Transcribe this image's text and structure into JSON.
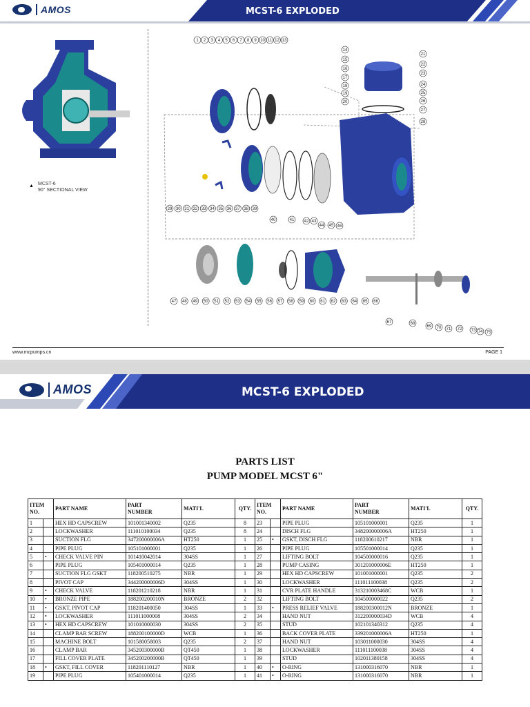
{
  "page1": {
    "brand": "AMOS",
    "title": "MCST-6 EXPLODED",
    "caption_line1": "MCST-6",
    "caption_line2": "90° SECTIONAL VIEW",
    "url": "www.mcpumps.cn",
    "page": "PAGE 1",
    "callouts": [
      "1",
      "2",
      "3",
      "4",
      "5",
      "6",
      "7",
      "8",
      "9",
      "10",
      "11",
      "12",
      "13",
      "14",
      "15",
      "16",
      "17",
      "18",
      "19",
      "20",
      "21",
      "22",
      "23",
      "24",
      "25",
      "26",
      "27",
      "28",
      "29",
      "30",
      "31",
      "32",
      "33",
      "34",
      "35",
      "36",
      "37",
      "38",
      "39",
      "40",
      "41",
      "42",
      "43",
      "44",
      "45",
      "46",
      "47",
      "48",
      "49",
      "50",
      "51",
      "52",
      "53",
      "54",
      "55",
      "56",
      "57",
      "58",
      "59",
      "60",
      "61",
      "62",
      "63",
      "64",
      "65",
      "66",
      "67",
      "68",
      "69",
      "70",
      "71",
      "72",
      "73",
      "74",
      "75"
    ]
  },
  "page2": {
    "brand": "AMOS",
    "title": "MCST-6 EXPLODED",
    "list_title": "PARTS LIST",
    "model_title": "PUMP MODEL MCST 6\"",
    "headers": {
      "item_line1": "ITEM",
      "item_line2": "NO.",
      "part_name": "PART NAME",
      "part_line1": "PART",
      "part_line2": "NUMBER",
      "material": "MATI'L",
      "qty": "QTY."
    },
    "left_rows": [
      {
        "no": "1",
        "star": "",
        "name": "HEX HD CAPSCREW",
        "num": "101001340002",
        "mat": "Q235",
        "qty": "8"
      },
      {
        "no": "2",
        "star": "",
        "name": "LOCKWASHER",
        "num": "111010100034",
        "mat": "Q235",
        "qty": "8"
      },
      {
        "no": "3",
        "star": "",
        "name": "SUCTION FLG",
        "num": "347200000006A",
        "mat": "HT250",
        "qty": "1"
      },
      {
        "no": "4",
        "star": "",
        "name": "PIPE PLUG",
        "num": "105101000001",
        "mat": "Q235",
        "qty": "1"
      },
      {
        "no": "5",
        "star": "•",
        "name": "CHECK VALVE PIN",
        "num": "101410042014",
        "mat": "304SS",
        "qty": "1"
      },
      {
        "no": "6",
        "star": "",
        "name": "PIPE PLUG",
        "num": "105401000014",
        "mat": "Q235",
        "qty": "1"
      },
      {
        "no": "7",
        "star": "",
        "name": "SUCTION FLG GSKT",
        "num": "118200510275",
        "mat": "NBR",
        "qty": "1"
      },
      {
        "no": "8",
        "star": "",
        "name": "PIVOT CAP",
        "num": "344200000006D",
        "mat": "304SS",
        "qty": "1"
      },
      {
        "no": "9",
        "star": "•",
        "name": "CHECK VALVE",
        "num": "118201210218",
        "mat": "NBR",
        "qty": "1"
      },
      {
        "no": "10",
        "star": "•",
        "name": "BRONZE PIPE",
        "num": "188200200010N",
        "mat": "BRONZE",
        "qty": "2"
      },
      {
        "no": "11",
        "star": "•",
        "name": "GSKT, PIVOT CAP",
        "num": "118201400050",
        "mat": "304SS",
        "qty": "1"
      },
      {
        "no": "12",
        "star": "•",
        "name": "LOCKWASHER",
        "num": "111011000008",
        "mat": "304SS",
        "qty": "2"
      },
      {
        "no": "13",
        "star": "•",
        "name": "HEX HD CAPSCREW",
        "num": "101010000030",
        "mat": "304SS",
        "qty": "2"
      },
      {
        "no": "14",
        "star": "",
        "name": "CLAMP BAR SCREW",
        "num": "188200100000D",
        "mat": "WCB",
        "qty": "1"
      },
      {
        "no": "15",
        "star": "",
        "name": "MACHINE BOLT",
        "num": "101580058003",
        "mat": "Q235",
        "qty": "2"
      },
      {
        "no": "16",
        "star": "",
        "name": "CLAMP BAR",
        "num": "345200300000B",
        "mat": "QT450",
        "qty": "1"
      },
      {
        "no": "17",
        "star": "",
        "name": "FILL COVER PLATE",
        "num": "345200200000B",
        "mat": "QT450",
        "qty": "1"
      },
      {
        "no": "18",
        "star": "•",
        "name": "GSKT, FILL COVER",
        "num": "118201110127",
        "mat": "NBR",
        "qty": "1"
      },
      {
        "no": "19",
        "star": "",
        "name": "PIPE PLUG",
        "num": "105401000014",
        "mat": "Q235",
        "qty": "1"
      }
    ],
    "right_rows": [
      {
        "no": "23",
        "star": "",
        "name": "PIPE PLUG",
        "num": "105101000001",
        "mat": "Q235",
        "qty": "1"
      },
      {
        "no": "24",
        "star": "",
        "name": "DISCH FLG",
        "num": "348200000006A",
        "mat": "HT250",
        "qty": "1"
      },
      {
        "no": "25",
        "star": "•",
        "name": "GSKT, DISCH FLG",
        "num": "118200610217",
        "mat": "NBR",
        "qty": "1"
      },
      {
        "no": "26",
        "star": "",
        "name": "PIPE PLUG",
        "num": "105501000014",
        "mat": "Q235",
        "qty": "1"
      },
      {
        "no": "27",
        "star": "",
        "name": "LIFTING BOLT",
        "num": "104500000016",
        "mat": "Q235",
        "qty": "1"
      },
      {
        "no": "28",
        "star": "",
        "name": "PUMP CASING",
        "num": "301201000006E",
        "mat": "HT250",
        "qty": "1"
      },
      {
        "no": "29",
        "star": "",
        "name": "HEX HD CAPSCREW",
        "num": "101001000001",
        "mat": "Q235",
        "qty": "2"
      },
      {
        "no": "30",
        "star": "",
        "name": "LOCKWASHER",
        "num": "111011100038",
        "mat": "Q235",
        "qty": "2"
      },
      {
        "no": "31",
        "star": "",
        "name": "CVR PLATE HANDLE",
        "num": "313210003468C",
        "mat": "WCB",
        "qty": "1"
      },
      {
        "no": "32",
        "star": "",
        "name": "LIFTING BOLT",
        "num": "104500000022",
        "mat": "Q235",
        "qty": "2"
      },
      {
        "no": "33",
        "star": "•",
        "name": "PRESS RELIEF VALVE",
        "num": "188200300012N",
        "mat": "BRONZE",
        "qty": "1"
      },
      {
        "no": "34",
        "star": "",
        "name": "HAND NUT",
        "num": "312200000034D",
        "mat": "WCB",
        "qty": "4"
      },
      {
        "no": "35",
        "star": "",
        "name": "STUD",
        "num": "102101340312",
        "mat": "Q235",
        "qty": "4"
      },
      {
        "no": "36",
        "star": "",
        "name": "BACK COVER PLATE",
        "num": "339201000006A",
        "mat": "HT250",
        "qty": "1"
      },
      {
        "no": "37",
        "star": "",
        "name": "HAND NUT",
        "num": "103011000030",
        "mat": "304SS",
        "qty": "4"
      },
      {
        "no": "38",
        "star": "",
        "name": "LOCKWASHER",
        "num": "111011100038",
        "mat": "304SS",
        "qty": "4"
      },
      {
        "no": "39",
        "star": "",
        "name": "STUD",
        "num": "102011380158",
        "mat": "304SS",
        "qty": "4"
      },
      {
        "no": "40",
        "star": "•",
        "name": "O-RING",
        "num": "131000316070",
        "mat": "NBR",
        "qty": "1"
      },
      {
        "no": "41",
        "star": "•",
        "name": "O-RING",
        "num": "131000316070",
        "mat": "NBR",
        "qty": "1"
      }
    ]
  }
}
